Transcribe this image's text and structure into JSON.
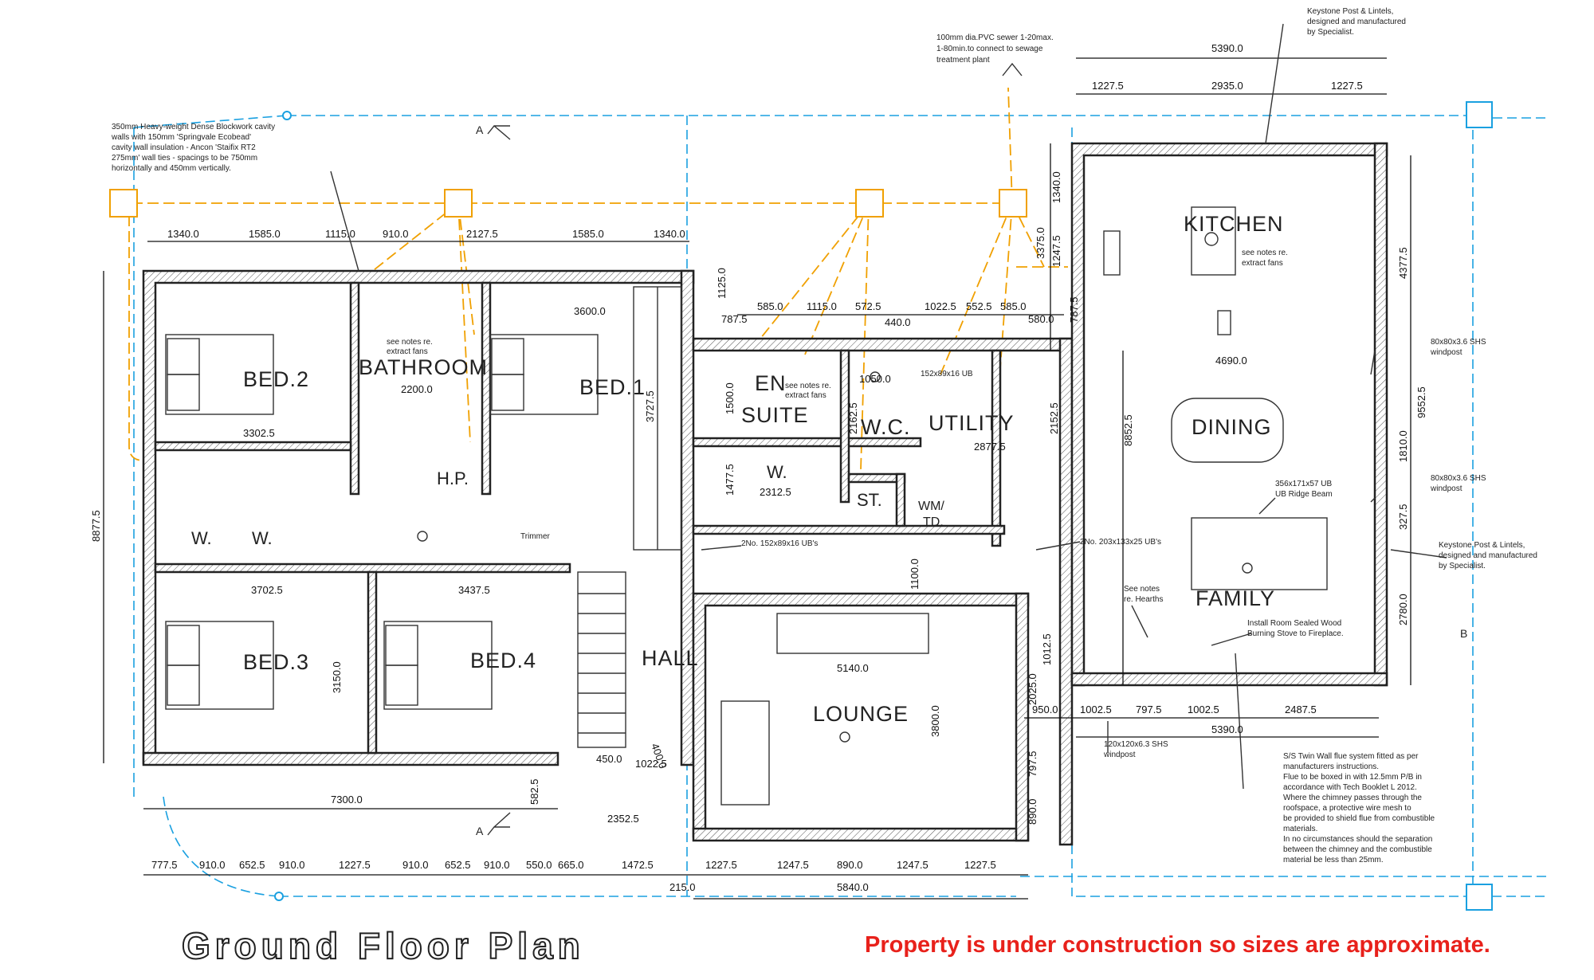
{
  "colors": {
    "wall": "#222222",
    "drainage": "#f0a000",
    "foundation": "#1aa0e0",
    "disclaimer": "#e8211b"
  },
  "rooms": {
    "bed2": "BED.2",
    "bathroom": "BATHROOM",
    "bed1": "BED.1",
    "en": "EN",
    "suite": "SUITE",
    "wc": "W.C.",
    "utility": "UTILITY",
    "kitchen": "KITCHEN",
    "dining": "DINING",
    "family": "FAMILY",
    "hp": "H.P.",
    "w_robe1": "W.",
    "w_robe2": "W.",
    "w_ensuite": "W.",
    "st": "ST.",
    "wm": "WM/",
    "td": "TD.",
    "bed3": "BED.3",
    "bed4": "BED.4",
    "hall": "HALL",
    "lounge": "LOUNGE"
  },
  "dims": {
    "top": [
      "1340.0",
      "1585.0",
      "1115.0",
      "910.0",
      "2127.5",
      "1585.0",
      "1340.0"
    ],
    "upper": [
      "787.5",
      "585.0",
      "1115.0",
      "572.5",
      "440.0",
      "1022.5",
      "552.5",
      "585.0",
      "580.0"
    ],
    "kitchen_top": [
      "5390.0",
      "1227.5",
      "2935.0",
      "1227.5"
    ],
    "inner": [
      "3600.0",
      "2200.0",
      "3302.5",
      "1500.0",
      "1050.0",
      "2162.5",
      "2877.5",
      "1477.5",
      "2312.5",
      "3702.5",
      "3437.5",
      "3150.0",
      "5140.0",
      "3800.0",
      "1100.0",
      "1125.0",
      "3727.5",
      "4690.0",
      "2152.5",
      "400.0",
      "450.0",
      "1022.5",
      "2352.5",
      "582.5"
    ],
    "right_v": [
      "1340.0",
      "3375.0",
      "1247.5",
      "787.5",
      "8852.5",
      "4377.5",
      "9552.5",
      "1810.0",
      "327.5",
      "2780.0"
    ],
    "left_v": "8877.5",
    "lower_right": [
      "950.0",
      "1002.5",
      "797.5",
      "1002.5",
      "2487.5",
      "5390.0",
      "2025.0",
      "1012.5",
      "797.5",
      "890.0"
    ],
    "bottom": [
      "777.5",
      "910.0",
      "652.5",
      "910.0",
      "1227.5",
      "910.0",
      "652.5",
      "910.0",
      "550.0",
      "665.0",
      "1472.5",
      "1227.5",
      "1247.5",
      "890.0",
      "1247.5",
      "1227.5"
    ],
    "bottom_total": [
      "7300.0",
      "215.0",
      "5840.0"
    ]
  },
  "notes": {
    "walls": [
      "350mm Heavy-weight Dense Blockwork cavity",
      "walls with 150mm 'Springvale Ecobead'",
      "cavity wall insulation - Ancon 'Staifix RT2",
      "275mm' wall ties - spacings to be 750mm",
      "horizontally and 450mm vertically."
    ],
    "sewer": [
      "100mm dia.PVC sewer 1-20max.",
      "1-80min.to connect to sewage",
      "treatment plant"
    ],
    "keystone_top": [
      "Keystone Post & Lintels,",
      "designed and manufactured",
      "by Specialist."
    ],
    "keystone_right": [
      "Keystone Post & Lintels,",
      "designed and manufactured",
      "by Specialist."
    ],
    "windpost1": [
      "80x80x3.6 SHS",
      "windpost"
    ],
    "windpost2": [
      "80x80x3.6 SHS",
      "windpost"
    ],
    "windpost3": [
      "120x120x6.3 SHS",
      "windpost"
    ],
    "ub_ridge": [
      "356x171x57 UB",
      "UB Ridge Beam"
    ],
    "ubs_left": "2No. 152x89x16 UB's",
    "ubs_right": "2No. 203x133x25 UB's",
    "ub_utility": "152x89x16 UB",
    "fans_bath": [
      "see notes re.",
      "extract fans"
    ],
    "fans_ensuite": [
      "see notes re.",
      "extract fans"
    ],
    "fans_kitchen": [
      "see notes re.",
      "extract fans"
    ],
    "hearths": [
      "See notes",
      "re. Hearths"
    ],
    "stove": [
      "Install Room Sealed Wood",
      "Burning Stove to Fireplace."
    ],
    "trimmer": "Trimmer",
    "flue": [
      "S/S Twin Wall flue system fitted as per",
      "manufacturers instructions.",
      "Flue to be boxed in with 12.5mm P/B in",
      "accordance with Tech Booklet L 2012.",
      "Where the chimney passes through the",
      "roofspace, a protective wire mesh to",
      "be provided to shield flue from combustible",
      "materials.",
      "In no circumstances should the separation",
      "between the chimney and the combustible",
      "material be less than 25mm."
    ],
    "section_a": "A",
    "section_a2": "A",
    "section_b": "B"
  },
  "title": "Ground Floor Plan",
  "disclaimer": "Property is under construction so sizes are approximate."
}
